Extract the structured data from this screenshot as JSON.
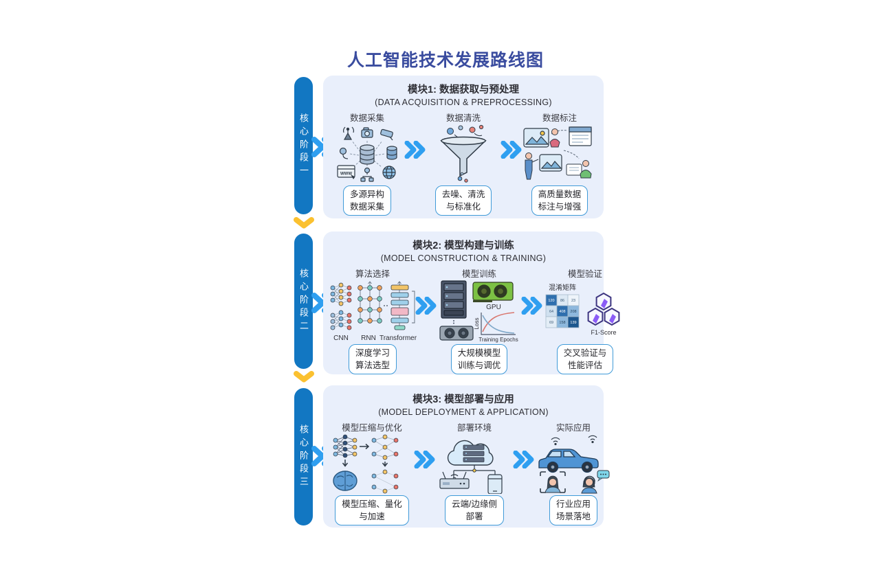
{
  "title": "人工智能技术发展路线图",
  "colors": {
    "stage_bar_blue": "#1277c2",
    "arrow_blue": "#2f9ff0",
    "arrow_yellow": "#fbc130",
    "panel_bg": "#e9effb",
    "box_border": "#3f9ad8",
    "title_color": "#3a4c9f"
  },
  "stages": [
    {
      "label": "核心阶段一"
    },
    {
      "label": "核心阶段二"
    },
    {
      "label": "核心阶段三"
    }
  ],
  "modules": [
    {
      "title_cn": "模块1: 数据获取与预处理",
      "title_en": "(DATA ACQUISITION & PREPROCESSING)",
      "steps": [
        {
          "title": "数据采集",
          "captions": [
            "WWW"
          ],
          "box": [
            "多源异构",
            "数据采集"
          ]
        },
        {
          "title": "数据清洗",
          "box": [
            "去噪、清洗",
            "与标准化"
          ]
        },
        {
          "title": "数据标注",
          "box": [
            "高质量数据",
            "标注与增强"
          ]
        }
      ]
    },
    {
      "title_cn": "模块2: 模型构建与训练",
      "title_en": "(MODEL CONSTRUCTION & TRAINING)",
      "steps": [
        {
          "title": "算法选择",
          "captions": [
            "CNN",
            "RNN",
            "Transformer"
          ],
          "box": [
            "深度学习",
            "算法选型"
          ]
        },
        {
          "title": "模型训练",
          "captions": [
            "GPU",
            "Loss",
            "Training Epochs"
          ],
          "box": [
            "大规模模型",
            "训练与调优"
          ]
        },
        {
          "title": "模型验证",
          "captions": [
            "混淆矩阵",
            "F1-Score"
          ],
          "matrix": [
            [
              120,
              86,
              23
            ],
            [
              64,
              408,
              208
            ],
            [
              69,
              158,
              139
            ]
          ],
          "box": [
            "交叉验证与",
            "性能评估"
          ]
        }
      ]
    },
    {
      "title_cn": "模块3: 模型部署与应用",
      "title_en": "(MODEL DEPLOYMENT & APPLICATION)",
      "steps": [
        {
          "title": "模型压缩与优化",
          "box": [
            "模型压缩、量化",
            "与加速"
          ]
        },
        {
          "title": "部署环境",
          "box": [
            "云端/边缘侧",
            "部署"
          ]
        },
        {
          "title": "实际应用",
          "box": [
            "行业应用",
            "场景落地"
          ]
        }
      ]
    }
  ]
}
